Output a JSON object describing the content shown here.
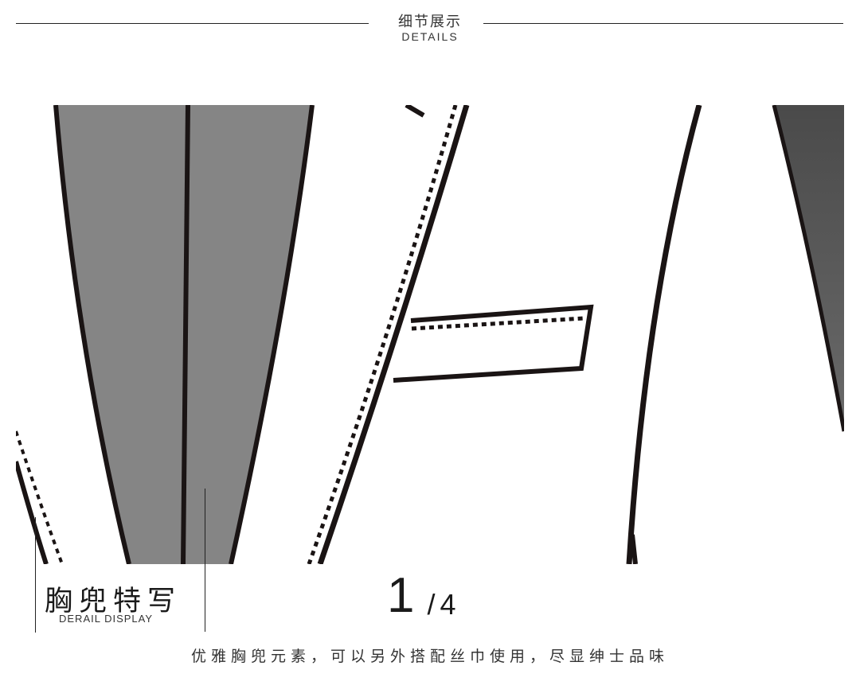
{
  "header": {
    "title_cn": "细节展示",
    "title_en": "DETAILS"
  },
  "illustration": {
    "subject": "pocket-icon",
    "colors": {
      "fabric_gray": "#858585",
      "fabric_dark": "#4d4d4d",
      "outline": "#1a1414",
      "background": "#ffffff"
    }
  },
  "caption": {
    "title": "胸兜特写",
    "subtitle": "DERAIL DISPLAY"
  },
  "counter": {
    "current": "1",
    "separator": "/",
    "total": "4"
  },
  "description": "优雅胸兜元素，可以另外搭配丝巾使用，尽显绅士品味"
}
